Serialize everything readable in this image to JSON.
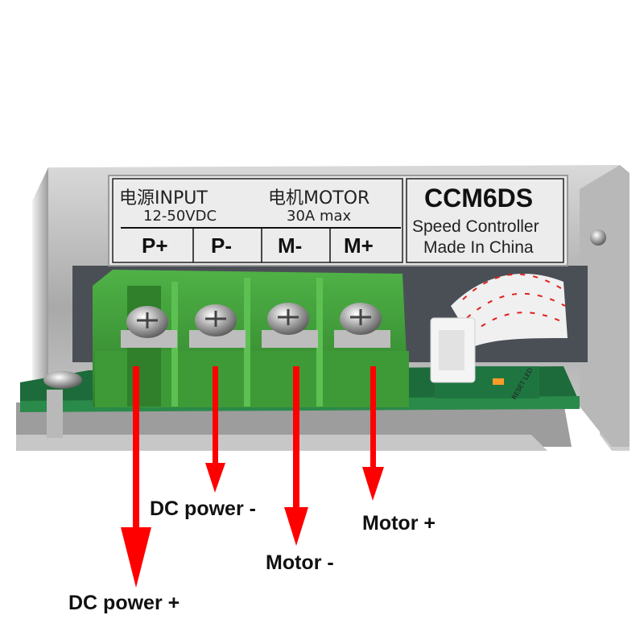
{
  "label_plate": {
    "input_title": "电源INPUT",
    "input_rating": "12-50VDC",
    "motor_title": "电机MOTOR",
    "motor_rating": "30A max",
    "terminals": [
      "P+",
      "P-",
      "M-",
      "M+"
    ],
    "model": "CCM6DS",
    "product": "Speed Controller",
    "origin": "Made In China"
  },
  "annotations": {
    "dc_power_plus": "DC power +",
    "dc_power_minus": "DC power -",
    "motor_minus": "Motor -",
    "motor_plus": "Motor +"
  },
  "pcb_silkscreen": "RESET LED",
  "colors": {
    "arrow": "#ff0000",
    "terminal_block": "#3f9a3a",
    "pcb": "#1d6b3a",
    "plate": "#e6e6e6"
  }
}
